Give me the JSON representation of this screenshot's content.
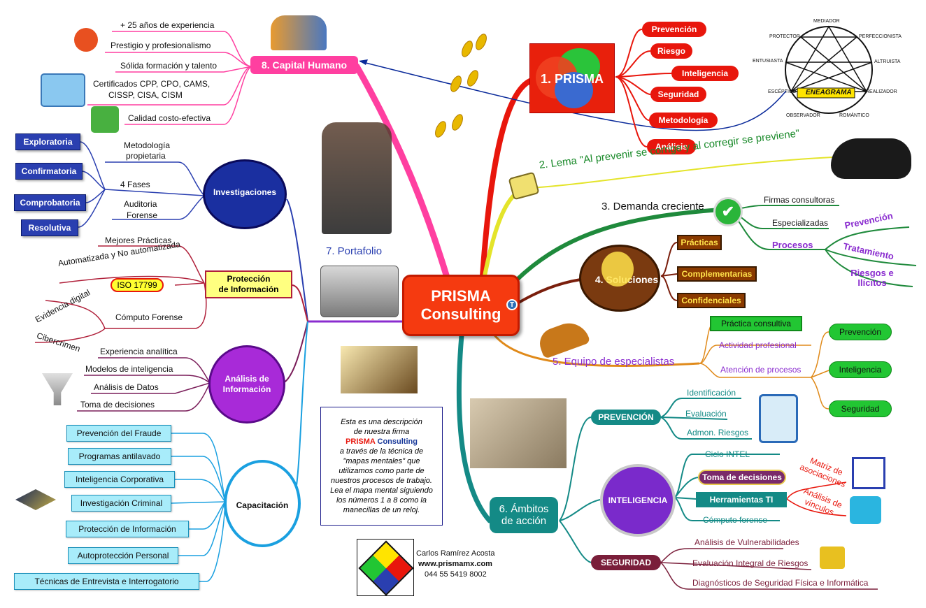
{
  "center": {
    "line1": "PRISMA",
    "line2": "Consulting",
    "badge": "T"
  },
  "branch1": {
    "title": "1. PRISMA",
    "items": [
      "Prevención",
      "Riesgo",
      "Inteligencia",
      "Seguridad",
      "Metodología",
      "Análisis"
    ],
    "eneagrama": {
      "label": "ENEAGRAMA",
      "points": [
        "MEDIADOR",
        "PERFECCIONISTA",
        "ALTRUISTA",
        "REALIZADOR",
        "ROMÁNTICO",
        "OBSERVADOR",
        "ESCÉPTICO",
        "ENTUSIASTA",
        "PROTECTOR"
      ]
    }
  },
  "branch2": {
    "title": "2. Lema \"Al prevenir se corrige y al corregir se previene\""
  },
  "branch3": {
    "title": "3. Demanda creciente",
    "items": [
      "Firmas consultoras",
      "Especializadas",
      "Procesos"
    ],
    "procesos": [
      "Prevención",
      "Tratamiento",
      "Riesgos e Ilícitos"
    ]
  },
  "branch4": {
    "title": "4. Soluciones",
    "items": [
      "Prácticas",
      "Complementarias",
      "Confidenciales"
    ]
  },
  "branch5": {
    "title": "5. Equipo de especialistas",
    "items": [
      "Práctica consultiva",
      "Actividad profesional",
      "Atención de procesos"
    ],
    "sub": [
      "Prevención",
      "Inteligencia",
      "Seguridad"
    ]
  },
  "branch6": {
    "title_line1": "6. Ámbitos",
    "title_line2": "de acción",
    "prevencion": {
      "label": "PREVENCIÓN",
      "items": [
        "Identificación",
        "Evaluación",
        "Admon. Riesgos"
      ]
    },
    "inteligencia": {
      "label": "INTELIGENCIA",
      "items": [
        "Ciclo INTEL",
        "Toma de decisiones",
        "Herramientas TI",
        "Cómputo forense"
      ],
      "tools": [
        "Matriz de asociaciones",
        "Análisis de vínculos"
      ]
    },
    "seguridad": {
      "label": "SEGURIDAD",
      "items": [
        "Análisis de Vulnerabilidades",
        "Evaluación Integral de Riesgos",
        "Diagnósticos de Seguridad Física e Informática"
      ]
    }
  },
  "branch7": {
    "title": "7. Portafolio"
  },
  "branch8": {
    "title": "8. Capital Humano",
    "items": [
      "+ 25 años de experiencia",
      "Prestigio y profesionalismo",
      "Sólida formación y talento",
      "Certificados CPP, CPO, CAMS,",
      "CISSP, CISA, CISM",
      "Calidad costo-efectiva"
    ]
  },
  "investigaciones": {
    "label": "Investigaciones",
    "items": [
      "Metodología",
      "propietaria",
      "4 Fases",
      "Auditoria",
      "Forense"
    ],
    "fases": [
      "Exploratoria",
      "Confirmatoria",
      "Comprobatoria",
      "Resolutiva"
    ]
  },
  "proteccion": {
    "label_line1": "Protección",
    "label_line2": "de Información",
    "items": [
      "Mejores Prácticas",
      "Automatizada y No automatizada",
      "ISO 17799",
      "Cómputo Forense"
    ],
    "forense": [
      "Evidencia digital",
      "Cibercrimen"
    ]
  },
  "analisis": {
    "label_line1": "Análisis de",
    "label_line2": "Información",
    "items": [
      "Experiencia analítica",
      "Modelos de inteligencia",
      "Análisis de Datos",
      "Toma de decisiones"
    ]
  },
  "capacitacion": {
    "label": "Capacitación",
    "items": [
      "Prevención del Fraude",
      "Programas antilavado",
      "Inteligencia Corporativa",
      "Investigación Criminal",
      "Protección de Información",
      "Autoprotección Personal",
      "Técnicas de Entrevista e Interrogatorio"
    ]
  },
  "description": {
    "l1": "Esta es una descripción",
    "l2": "de nuestra firma",
    "brand1": "PRISMA",
    "brand2": "Consulting",
    "l3": "a través de la técnica de",
    "l4": "\"mapas mentales\" que",
    "l5": "utilizamos como parte de",
    "l6": "nuestros procesos de trabajo.",
    "l7": "Lea el mapa mental siguiendo",
    "l8": "los números 1 a 8 como la",
    "l9": "manecillas de un reloj."
  },
  "contact": {
    "name": "Carlos Ramírez Acosta",
    "web": "www.prismamx.com",
    "phone": "044 55 5419 8002"
  },
  "colors": {
    "red": "#e8160c",
    "orange": "#f05a10",
    "yellow": "#e8e82a",
    "green": "#1f8a3c",
    "purple": "#8a2ccf",
    "teal": "#148a86",
    "pink": "#ff3fa0",
    "blue": "#2a3fb0",
    "cyan": "#1aa0e0"
  }
}
